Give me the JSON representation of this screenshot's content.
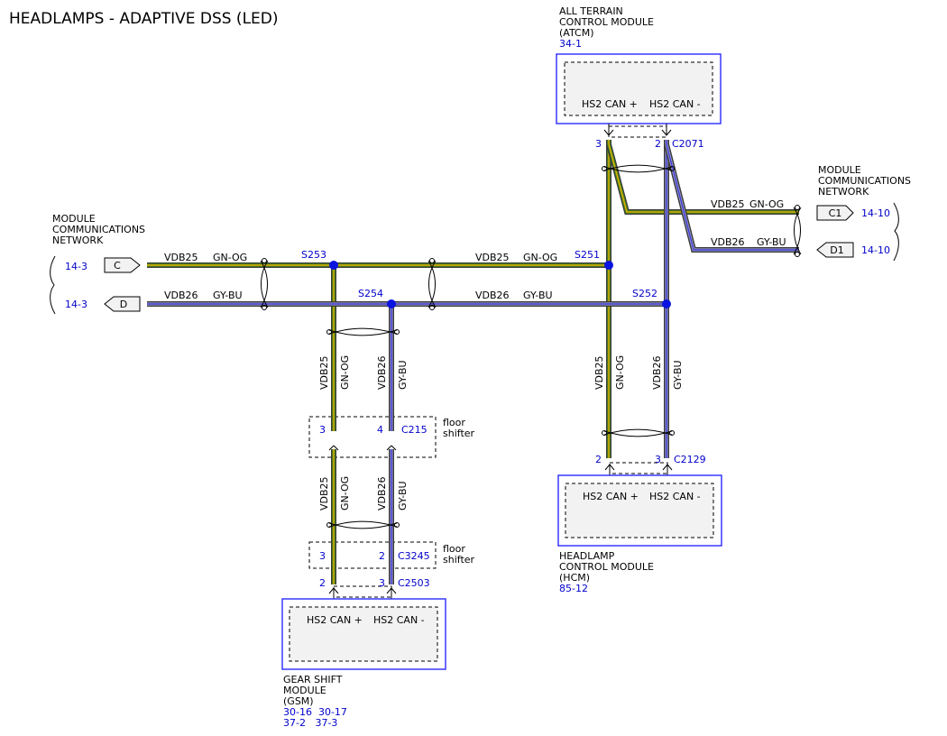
{
  "title": "HEADLAMPS - ADAPTIVE DSS (LED)",
  "colors": {
    "module_border": "#2a2aff",
    "reference_text": "#0000cc",
    "splice": "#0a14e0",
    "wire_gn_og": "#4f9a17",
    "wire_gn_og_stripe": "#f2a800",
    "wire_gy_bu": "#9a98c8",
    "wire_gy_bu_stripe": "#3535d8"
  },
  "modules": {
    "atcm": {
      "name_lines": [
        "ALL TERRAIN",
        "CONTROL MODULE",
        "(ATCM)"
      ],
      "refs": [
        "34-1"
      ],
      "pin_left_label": "HS2 CAN +",
      "pin_right_label": "HS2 CAN -",
      "pin_left_num": "3",
      "pin_right_num": "2",
      "connector": "C2071"
    },
    "hcm": {
      "name_lines": [
        "HEADLAMP",
        "CONTROL MODULE",
        "(HCM)"
      ],
      "refs": [
        "85-12"
      ],
      "pin_left_label": "HS2 CAN +",
      "pin_right_label": "HS2 CAN -",
      "pin_left_num": "2",
      "pin_right_num": "3",
      "connector": "C2129"
    },
    "gsm": {
      "name_lines": [
        "GEAR SHIFT",
        "MODULE",
        "(GSM)"
      ],
      "refs": [
        "30-16  30-17",
        "37-2   37-3"
      ],
      "pin_left_label": "HS2 CAN +",
      "pin_right_label": "HS2 CAN -",
      "pin_left_num": "2",
      "pin_right_num": "3",
      "connector": "C2503"
    }
  },
  "networks": {
    "left": {
      "name_lines": [
        "MODULE",
        "COMMUNICATIONS",
        "NETWORK"
      ],
      "connector_top": "C",
      "connector_bottom": "D",
      "ref_top": "14-3",
      "ref_bottom": "14-3"
    },
    "right": {
      "name_lines": [
        "MODULE",
        "COMMUNICATIONS",
        "NETWORK"
      ],
      "connector_top": "C1",
      "connector_bottom": "D1",
      "ref_top": "14-10",
      "ref_bottom": "14-10"
    }
  },
  "wires": {
    "circuit_plus": "VDB25",
    "color_plus": "GN-OG",
    "circuit_minus": "VDB26",
    "color_minus": "GY-BU"
  },
  "splices": {
    "s253": "S253",
    "s251": "S251",
    "s254": "S254",
    "s252": "S252"
  },
  "inline_connectors": {
    "c215": {
      "name": "C215",
      "pin_left": "3",
      "pin_right": "4",
      "location_lines": [
        "floor",
        "shifter"
      ]
    },
    "c3245": {
      "name": "C3245",
      "pin_left": "3",
      "pin_right": "2",
      "location_lines": [
        "floor",
        "shifter"
      ]
    }
  }
}
